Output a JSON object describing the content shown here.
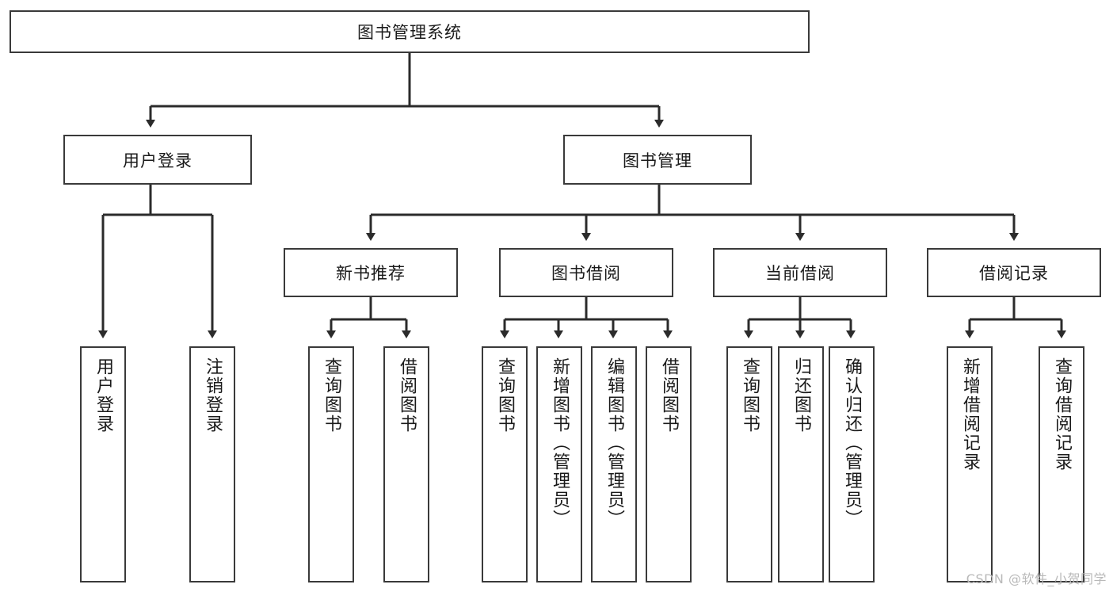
{
  "diagram": {
    "title": "图书管理系统",
    "watermark": "CSDN @软件_小贺同学",
    "colors": {
      "box_border": "#3a3a3a",
      "connector": "#2b2b2b",
      "background": "#ffffff",
      "text": "#1a1a1a",
      "watermark": "#b9b9b9"
    },
    "root": {
      "label": "图书管理系统"
    },
    "level1": [
      {
        "label": "用户登录"
      },
      {
        "label": "图书管理"
      }
    ],
    "level2": [
      {
        "label": "新书推荐"
      },
      {
        "label": "图书借阅"
      },
      {
        "label": "当前借阅"
      },
      {
        "label": "借阅记录"
      }
    ],
    "leaves": {
      "user_login": [
        {
          "label": "用户登录"
        },
        {
          "label": "注销登录"
        }
      ],
      "new_book": [
        {
          "label": "查询图书"
        },
        {
          "label": "借阅图书"
        }
      ],
      "book_borrow": [
        {
          "label": "查询图书"
        },
        {
          "label": "新增图书（管理员）"
        },
        {
          "label": "编辑图书（管理员）"
        },
        {
          "label": "借阅图书"
        }
      ],
      "current_borrow": [
        {
          "label": "查询图书"
        },
        {
          "label": "归还图书"
        },
        {
          "label": "确认归还（管理员）"
        }
      ],
      "borrow_record": [
        {
          "label": "新增借阅记录"
        },
        {
          "label": "查询借阅记录"
        }
      ]
    }
  }
}
